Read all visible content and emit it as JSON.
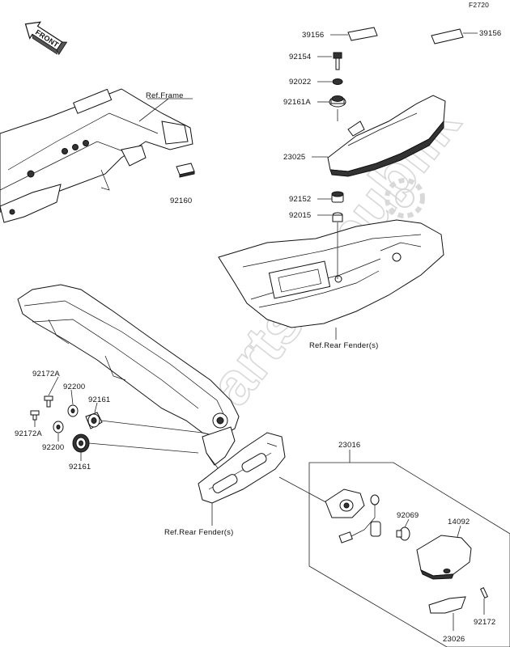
{
  "figure_code": "F2720",
  "front_indicator": "FRONT",
  "watermark": "PartsRepublik",
  "callouts": [
    {
      "id": "39156-left",
      "text": "39156"
    },
    {
      "id": "39156-right",
      "text": "39156"
    },
    {
      "id": "92154",
      "text": "92154"
    },
    {
      "id": "92022",
      "text": "92022"
    },
    {
      "id": "92161A",
      "text": "92161A"
    },
    {
      "id": "23025",
      "text": "23025"
    },
    {
      "id": "92152",
      "text": "92152"
    },
    {
      "id": "92015",
      "text": "92015"
    },
    {
      "id": "ref-frame",
      "text": "Ref.Frame"
    },
    {
      "id": "92160",
      "text": "92160"
    },
    {
      "id": "ref-rear-fender-top",
      "text": "Ref.Rear Fender(s)"
    },
    {
      "id": "92172A-top",
      "text": "92172A"
    },
    {
      "id": "92200-top",
      "text": "92200"
    },
    {
      "id": "92161-top",
      "text": "92161"
    },
    {
      "id": "92172A-bottom",
      "text": "92172A"
    },
    {
      "id": "92200-bottom",
      "text": "92200"
    },
    {
      "id": "92161-bottom",
      "text": "92161"
    },
    {
      "id": "23016",
      "text": "23016"
    },
    {
      "id": "ref-rear-fender-bottom",
      "text": "Ref.Rear Fender(s)"
    },
    {
      "id": "92069",
      "text": "92069"
    },
    {
      "id": "14092",
      "text": "14092"
    },
    {
      "id": "92172",
      "text": "92172"
    },
    {
      "id": "23026",
      "text": "23026"
    }
  ]
}
